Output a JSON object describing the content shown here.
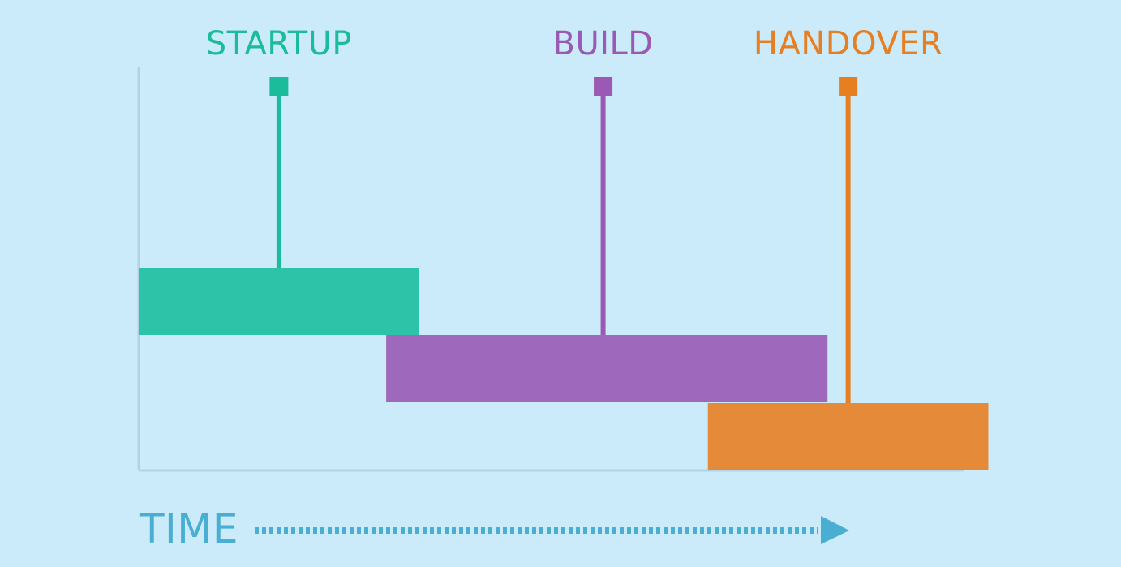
{
  "phases": [
    {
      "id": "startup",
      "label": "STARTUP",
      "color": "#2dc3a9",
      "marker_color": "#1abc9c",
      "start": 0,
      "end": 0.34,
      "milestone": 0.17
    },
    {
      "id": "build",
      "label": "BUILD",
      "color": "#9e69bc",
      "marker_color": "#9b59b6",
      "start": 0.3,
      "end": 0.835,
      "milestone": 0.563
    },
    {
      "id": "handover",
      "label": "HANDOVER",
      "color": "#e58a39",
      "marker_color": "#e67e22",
      "start": 0.69,
      "end": 1.03,
      "milestone": 0.86
    }
  ],
  "time_axis": {
    "label": "TIME",
    "color": "#4aaed3"
  },
  "axis_color": "#b4d2e6"
}
